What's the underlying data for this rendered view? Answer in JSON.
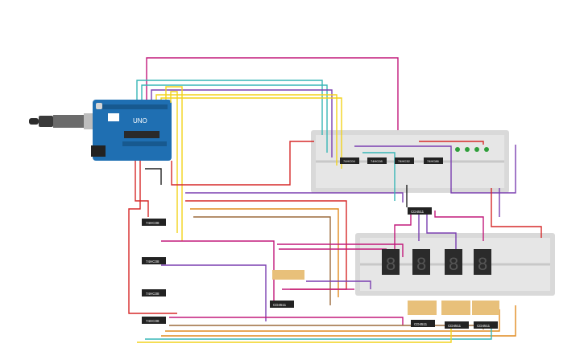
{
  "arduino": {
    "logo_text": "UNO",
    "colors": {
      "board": "#1f6fb2",
      "board_dark": "#17598f"
    }
  },
  "ics": {
    "label": "74HC08",
    "small_labels": [
      "74HC04",
      "74HC08",
      "74HC32",
      "74HC86"
    ],
    "bottom_labels": [
      "CD4511",
      "CD4511",
      "CD4511",
      "CD4511",
      "CD4511"
    ]
  },
  "displays": {
    "count": 4,
    "digit": "8",
    "color": "#2b2b2b"
  },
  "wire_colors": {
    "red": "#d62828",
    "yellow": "#f2d21b",
    "orange": "#e08a1e",
    "purple": "#7a3fb0",
    "magenta": "#c2187a",
    "teal": "#37b6b6",
    "green": "#2e9e3a",
    "brown": "#9b6a3a",
    "black": "#222222",
    "blue": "#3b6fd6"
  }
}
